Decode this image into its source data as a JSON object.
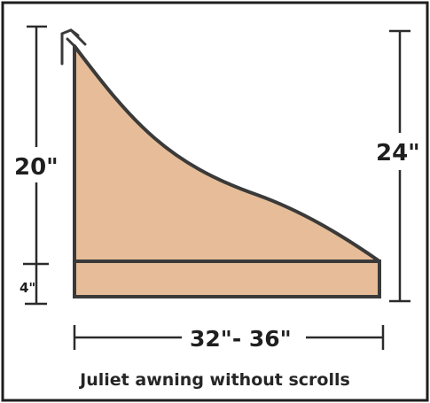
{
  "labels": {
    "left_upper": "20\"",
    "left_lower": "4\"",
    "right_height": "24\"",
    "bottom_width": "32\"- 36\""
  },
  "caption": "Juliet awning without scrolls",
  "colors": {
    "awning_fill": "#e6bd98",
    "outline": "#3a3a3a",
    "frame_border": "#1e1e1e"
  }
}
